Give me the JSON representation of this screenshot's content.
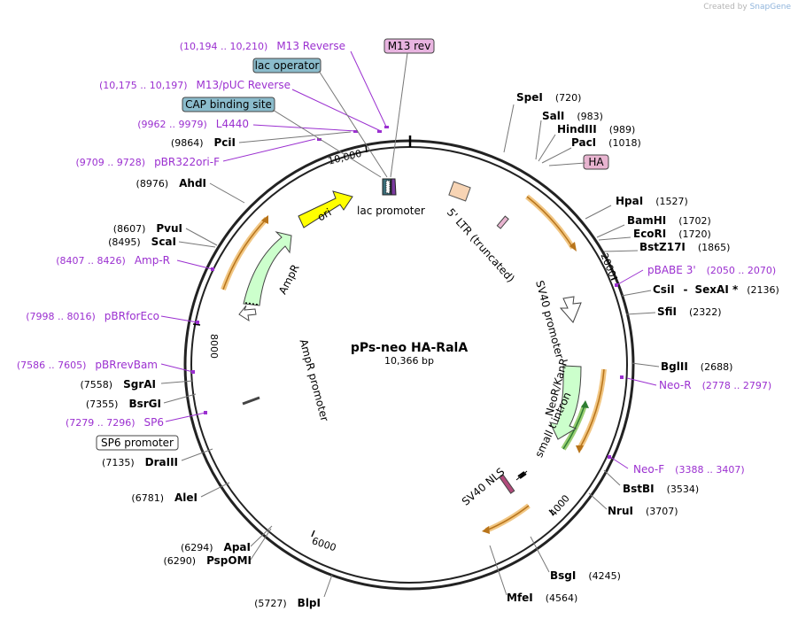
{
  "credit": {
    "prefix": "Created by",
    "brand": "SnapGene"
  },
  "plasmid": {
    "name": "pPs-neo HA-RalA",
    "length": "10,366 bp"
  },
  "ticks": [
    "10,000",
    "2000",
    "4000",
    "6000",
    "8000"
  ],
  "enzymes": [
    {
      "name": "SpeI",
      "pos": "(720)"
    },
    {
      "name": "SalI",
      "pos": "(983)"
    },
    {
      "name": "HindIII",
      "pos": "(989)"
    },
    {
      "name": "PacI",
      "pos": "(1018)"
    },
    {
      "name": "HpaI",
      "pos": "(1527)"
    },
    {
      "name": "BamHI",
      "pos": "(1702)"
    },
    {
      "name": "EcoRI",
      "pos": "(1720)"
    },
    {
      "name": "BstZ17I",
      "pos": "(1865)"
    },
    {
      "name": "CsiI",
      "pos": "(2136)",
      "extra": "SexAI *"
    },
    {
      "name": "SfiI",
      "pos": "(2322)"
    },
    {
      "name": "BglII",
      "pos": "(2688)"
    },
    {
      "name": "BstBI",
      "pos": "(3534)"
    },
    {
      "name": "NruI",
      "pos": "(3707)"
    },
    {
      "name": "BsgI",
      "pos": "(4245)"
    },
    {
      "name": "MfeI",
      "pos": "(4564)"
    },
    {
      "name": "BlpI",
      "pos": "(5727)"
    },
    {
      "name": "ApaI",
      "pos": "(6294)"
    },
    {
      "name": "PspOMI",
      "pos": "(6290)"
    },
    {
      "name": "AleI",
      "pos": "(6781)"
    },
    {
      "name": "DraIII",
      "pos": "(7135)"
    },
    {
      "name": "BsrGI",
      "pos": "(7355)"
    },
    {
      "name": "SgrAI",
      "pos": "(7558)"
    },
    {
      "name": "ScaI",
      "pos": "(8495)"
    },
    {
      "name": "PvuI",
      "pos": "(8607)"
    },
    {
      "name": "AhdI",
      "pos": "(8976)"
    },
    {
      "name": "PciI",
      "pos": "(9864)"
    }
  ],
  "primers": [
    {
      "name": "M13 Reverse",
      "pos": "(10,194 .. 10,210)"
    },
    {
      "name": "M13/pUC Reverse",
      "pos": "(10,175 .. 10,197)"
    },
    {
      "name": "L4440",
      "pos": "(9962 .. 9979)"
    },
    {
      "name": "pBR322ori-F",
      "pos": "(9709 .. 9728)"
    },
    {
      "name": "Amp-R",
      "pos": "(8407 .. 8426)"
    },
    {
      "name": "pBRforEco",
      "pos": "(7998 .. 8016)"
    },
    {
      "name": "pBRrevBam",
      "pos": "(7586 .. 7605)"
    },
    {
      "name": "SP6",
      "pos": "(7279 .. 7296)"
    },
    {
      "name": "pBABE 3'",
      "pos": "(2050 .. 2070)"
    },
    {
      "name": "Neo-R",
      "pos": "(2778 .. 2797)"
    },
    {
      "name": "Neo-F",
      "pos": "(3388 .. 3407)"
    }
  ],
  "boxes": {
    "m13rev": "M13 rev",
    "lac_operator": "lac operator",
    "cap": "CAP binding site",
    "ha": "HA",
    "sp6_promoter": "SP6 promoter"
  },
  "features": {
    "ori": "ori",
    "lac_promoter": "lac promoter",
    "ltr": "5' LTR (truncated)",
    "sv40_promoter": "SV40 promoter",
    "neor": "NeoR/KanR",
    "small_t": "small t intron",
    "sv40_nls": "SV40 NLS",
    "ampr": "AmpR",
    "ampr_promoter": "AmpR promoter"
  },
  "colors": {
    "backbone": "#222222",
    "primer": "#9b30d0",
    "orange_arc": "#e8a030",
    "ori_fill": "#ffff00",
    "ampr_fill": "#ccffcc",
    "neor_fill": "#ccffcc",
    "box_blue": "#8bbccc",
    "box_pink": "#e8b4d0",
    "ltr_fill": "#f7d4b4"
  }
}
